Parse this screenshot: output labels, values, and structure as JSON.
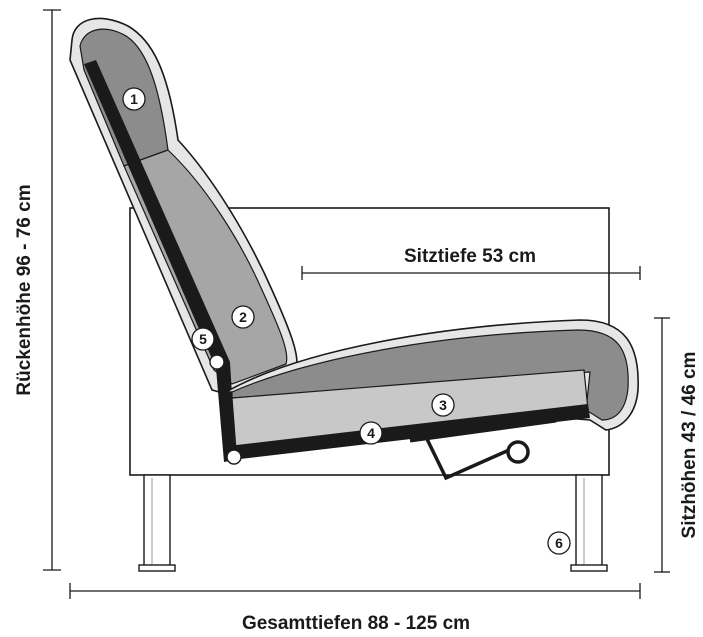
{
  "dimensions": {
    "back_height": "Rückenhöhe 96 - 76 cm",
    "seat_depth": "Sitztiefe 53 cm",
    "seat_height": "Sitzhöhen 43 / 46 cm",
    "total_depth": "Gesamttiefen 88 - 125 cm"
  },
  "callouts": [
    "1",
    "2",
    "3",
    "4",
    "5",
    "6"
  ],
  "colors": {
    "outline": "#1a1a1a",
    "cushion_dark": "#8c8c8c",
    "cushion_mid": "#a6a6a6",
    "cushion_light": "#c8c8c8",
    "frame": "#1a1a1a",
    "cover": "#e6e6e6"
  }
}
